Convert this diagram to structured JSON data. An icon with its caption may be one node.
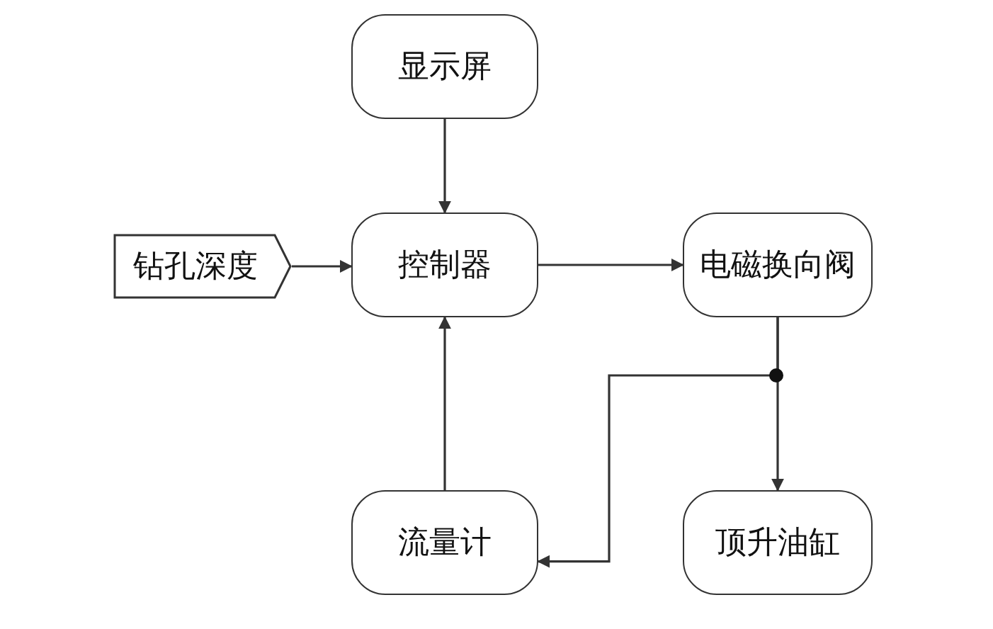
{
  "diagram": {
    "nodes": [
      {
        "text": [
          "显示屏"
        ]
      },
      {
        "text": [
          "钻孔深度"
        ]
      },
      {
        "text": [
          "控制器"
        ]
      },
      {
        "text": [
          "电磁换向阀"
        ]
      },
      {
        "text": [
          "流量计"
        ]
      },
      {
        "text": [
          "顶升油缸"
        ]
      }
    ],
    "edges": [
      {
        "from": 0,
        "to": 2,
        "arrow": "to"
      },
      {
        "from": 1,
        "to": 2,
        "arrow": "to"
      },
      {
        "from": 2,
        "to": 3,
        "arrow": "to"
      },
      {
        "from": 4,
        "to": 2,
        "arrow": "to"
      },
      {
        "from": 3,
        "to": 5,
        "arrow": "to"
      },
      {
        "from": 3,
        "to": 4,
        "arrow": "to"
      }
    ]
  }
}
